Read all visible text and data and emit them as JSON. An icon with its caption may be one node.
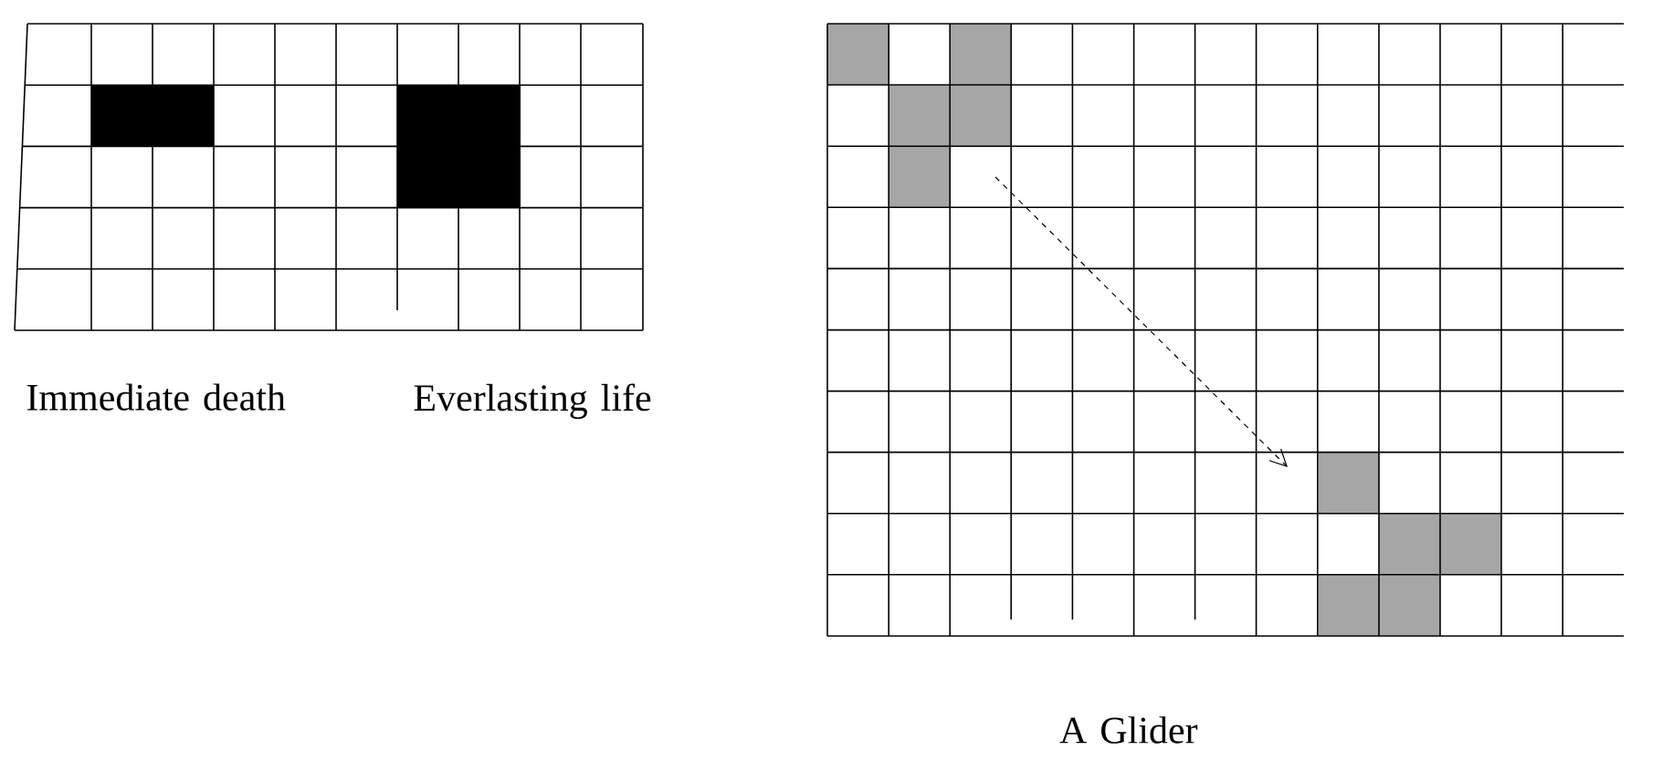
{
  "diagram": {
    "labels": [
      "Immediate death",
      "Everlasting life",
      "A Glider"
    ]
  }
}
